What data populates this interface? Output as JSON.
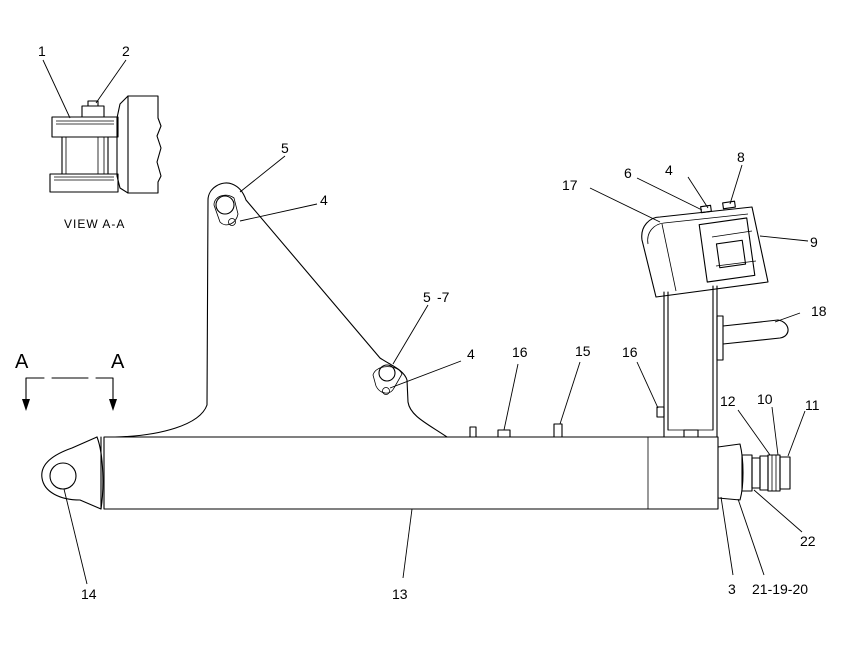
{
  "view_label": "VIEW A-A",
  "section_marks": {
    "left": "A",
    "right": "A"
  },
  "callouts": {
    "c1": "1",
    "c2": "2",
    "c5_top": "5",
    "c4_top": "4",
    "c5_7_a": "5",
    "c5_7_b": "-7",
    "c4_mid": "4",
    "c16_a": "16",
    "c15": "15",
    "c16_b": "16",
    "c17": "17",
    "c6": "6",
    "c4_right": "4",
    "c8": "8",
    "c9": "9",
    "c18": "18",
    "c12": "12",
    "c10": "10",
    "c11": "11",
    "c22": "22",
    "c14": "14",
    "c13": "13",
    "c3": "3",
    "c21_19_20": "21-19-20"
  }
}
